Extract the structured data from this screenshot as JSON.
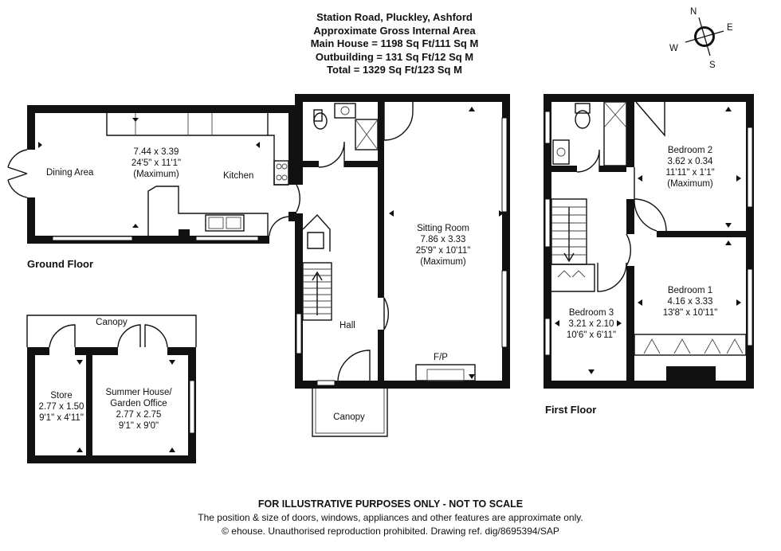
{
  "header": {
    "address": "Station Road, Pluckley, Ashford",
    "area_title": "Approximate Gross Internal Area",
    "main_house": "Main House = 1198 Sq Ft/111 Sq M",
    "outbuilding": "Outbuilding = 131 Sq Ft/12 Sq M",
    "total": "Total = 1329 Sq Ft/123 Sq M"
  },
  "compass": {
    "n": "N",
    "e": "E",
    "s": "S",
    "w": "W"
  },
  "floors": {
    "ground": "Ground Floor",
    "first": "First Floor"
  },
  "rooms": {
    "kitchen_dining": {
      "dims_m": "7.44 x 3.39",
      "dims_ft": "24'5\" x 11'1\"",
      "note": "(Maximum)"
    },
    "dining_area": "Dining Area",
    "kitchen": "Kitchen",
    "sitting_room": {
      "name": "Sitting Room",
      "dims_m": "7.86 x 3.33",
      "dims_ft": "25'9\" x 10'11\"",
      "note": "(Maximum)"
    },
    "fireplace": "F/P",
    "hall": "Hall",
    "canopy_front": "Canopy",
    "canopy_outbuilding": "Canopy",
    "store": {
      "name": "Store",
      "dims_m": "2.77 x 1.50",
      "dims_ft": "9'1\" x 4'11\""
    },
    "summer_house": {
      "name1": "Summer House/",
      "name2": "Garden Office",
      "dims_m": "2.77 x 2.75",
      "dims_ft": "9'1\" x 9'0\""
    },
    "bedroom2": {
      "name": "Bedroom 2",
      "dims_m": "3.62 x 0.34",
      "dims_ft": "11'11\" x 1'1\"",
      "note": "(Maximum)"
    },
    "bedroom1": {
      "name": "Bedroom 1",
      "dims_m": "4.16 x 3.33",
      "dims_ft": "13'8\" x 10'11\""
    },
    "bedroom3": {
      "name": "Bedroom 3",
      "dims_m": "3.21 x 2.10",
      "dims_ft": "10'6\" x 6'11\""
    }
  },
  "footer": {
    "disclaimer": "FOR ILLUSTRATIVE PURPOSES ONLY - NOT TO SCALE",
    "note": "The position & size of doors, windows, appliances and other features are approximate only.",
    "copyright": "© ehouse. Unauthorised reproduction prohibited. Drawing ref. dig/8695394/SAP"
  }
}
